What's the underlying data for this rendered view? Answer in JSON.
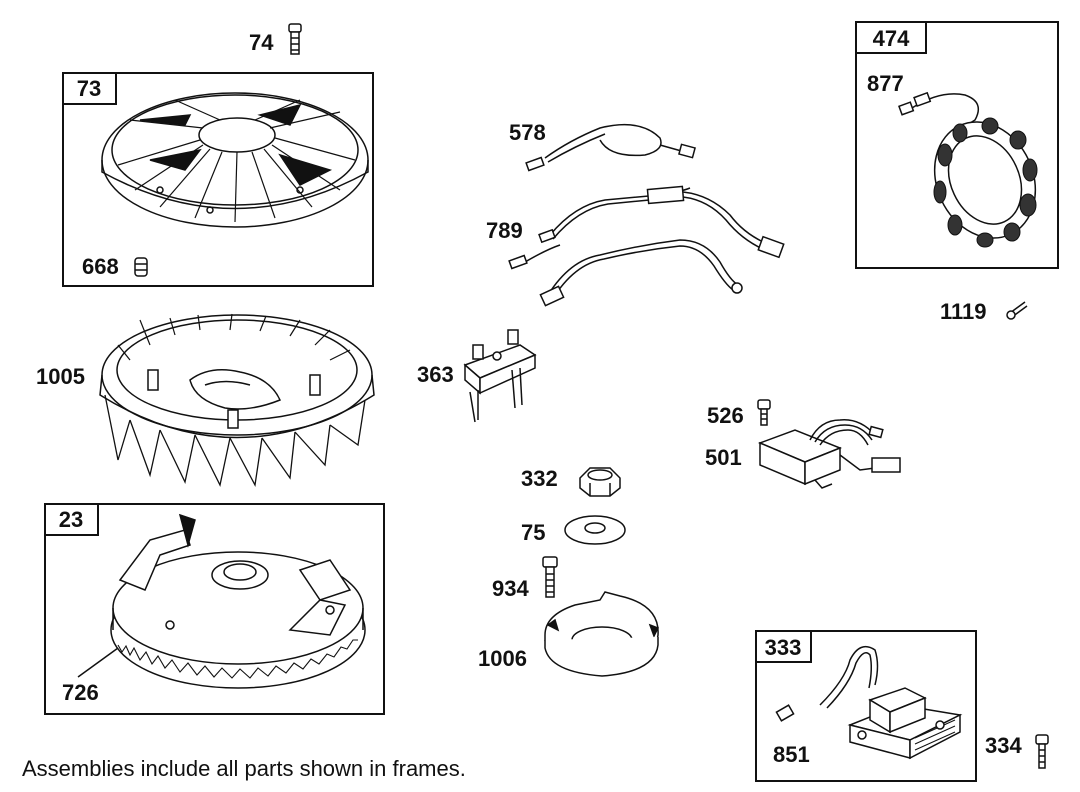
{
  "frames": [
    {
      "id": "73"
    },
    {
      "id": "23"
    },
    {
      "id": "474"
    },
    {
      "id": "333"
    }
  ],
  "parts": {
    "p74": "74",
    "p668": "668",
    "p1005": "1005",
    "p726": "726",
    "p578": "578",
    "p789": "789",
    "p363": "363",
    "p332": "332",
    "p75": "75",
    "p934": "934",
    "p1006": "1006",
    "p877": "877",
    "p1119": "1119",
    "p526": "526",
    "p501": "501",
    "p851": "851",
    "p334": "334"
  },
  "footnote": "Assemblies include all parts shown in frames."
}
